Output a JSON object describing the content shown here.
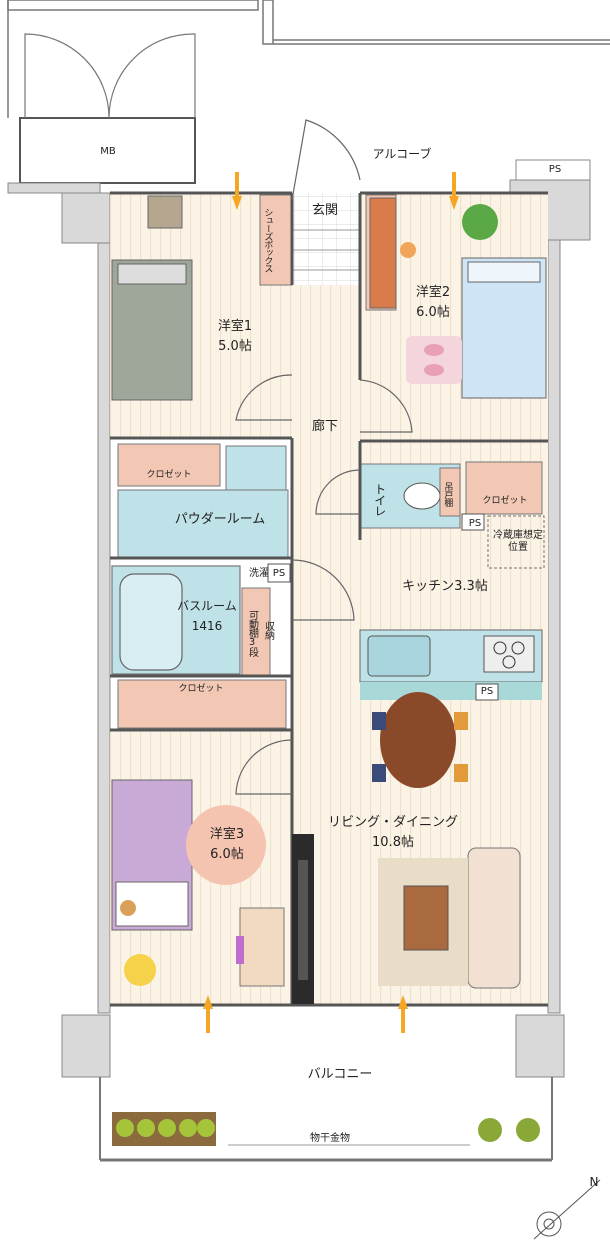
{
  "labels": {
    "mb": "MB",
    "alcove": "アルコーブ",
    "ps": "PS",
    "shoes_box": "シューズボックス",
    "entrance": "玄関",
    "room1_name": "洋室1",
    "room1_size": "5.0帖",
    "room2_name": "洋室2",
    "room2_size": "6.0帖",
    "hallway": "廊下",
    "closet": "クロゼット",
    "toilet": "トイレ",
    "hanging_shelf": "吊戸棚",
    "powder_room": "パウダールーム",
    "fridge": "冷蔵庫想定位置",
    "kitchen": "キッチン3.3帖",
    "bathroom_name": "バスルーム",
    "bathroom_size": "1416",
    "washing_water": "洗濯",
    "movable_shelf": "可動棚3段",
    "storage": "収納",
    "room3_name": "洋室3",
    "room3_size": "6.0帖",
    "living_name": "リビング・ダイニング",
    "living_size": "10.8帖",
    "balcony": "バルコニー",
    "clothes_rail": "物干金物",
    "north": "N"
  },
  "colors": {
    "floor_wood": "#fbf3e6",
    "floor_stripe": "#f0e2ca",
    "wet_area": "#bfe2e8",
    "closet_fill": "#f2c8b4",
    "wall": "#ffffff",
    "outline": "#6a6a6a",
    "accent_orange": "#f5a623"
  }
}
